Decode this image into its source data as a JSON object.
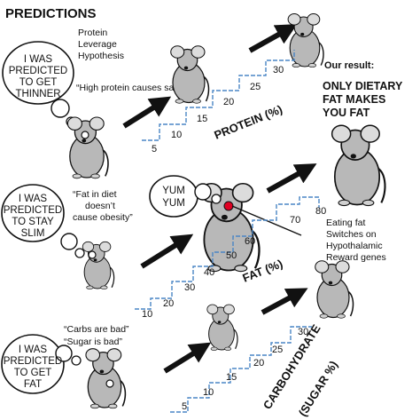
{
  "title": "PREDICTIONS",
  "protein_hypothesis": [
    "Protein",
    "Leverage",
    "Hypothesis"
  ],
  "protein_quote": "“High protein causes satiety”",
  "bubble_protein": [
    "I WAS",
    "PREDICTED",
    "TO GET",
    "THINNER"
  ],
  "bubble_fat": [
    "I WAS",
    "PREDICTED",
    "TO STAY",
    "SLIM"
  ],
  "bubble_carb": [
    "I WAS",
    "PREDICTED",
    "TO GET",
    "FAT"
  ],
  "fat_quote": [
    "“Fat in diet",
    "doesn’t",
    "cause obesity”"
  ],
  "carb_quotes": [
    "“Carbs are bad”",
    "“Sugar is bad”"
  ],
  "yum": [
    "YUM",
    "YUM"
  ],
  "our_result_heading": "Our result:",
  "our_result": [
    "ONLY DIETARY",
    "FAT MAKES",
    "YOU FAT"
  ],
  "reward_note": [
    "Eating fat",
    "Switches on",
    "Hypothalamic",
    "Reward genes"
  ],
  "axis_labels": {
    "protein": "PROTEIN (%)",
    "fat": "FAT (%)",
    "carb": [
      "CARBOHYDRATE",
      "(SUGAR %)"
    ]
  },
  "stairs": {
    "protein": [
      "5",
      "10",
      "15",
      "20",
      "25",
      "30"
    ],
    "fat": [
      "10",
      "20",
      "30",
      "40",
      "50",
      "60",
      "70",
      "80"
    ],
    "carb": [
      "5",
      "10",
      "15",
      "20",
      "25",
      "30"
    ]
  },
  "colors": {
    "mouse_fill": "#b8b8b8",
    "stair_line": "#4a86c5",
    "highlight": "#e00022",
    "ink": "#111111"
  }
}
